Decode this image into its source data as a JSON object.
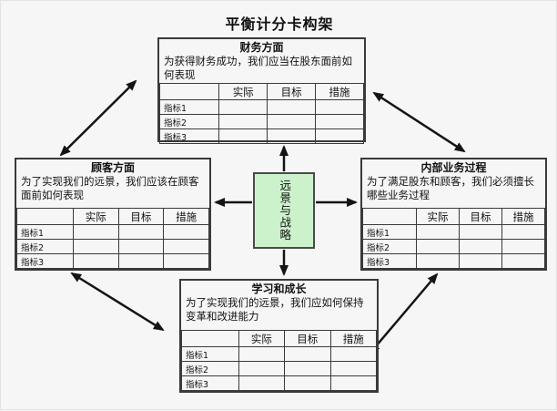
{
  "page": {
    "title": "平衡计分卡构架"
  },
  "center_box": {
    "label": "远景与战略"
  },
  "scorecard_table": {
    "headers": [
      "实际",
      "目标",
      "措施"
    ],
    "row_labels": [
      "指标1",
      "指标2",
      "指标3"
    ]
  },
  "panels": {
    "finance": {
      "title": "财务方面",
      "description": "为获得财务成功，我们应当在股东面前如何表现"
    },
    "customer": {
      "title": "顾客方面",
      "description": "为了实现我们的远景，我们应该在顾客面前如何表现"
    },
    "internal": {
      "title": "内部业务过程",
      "description": "为了满足股东和顾客，我们必须擅长哪些业务过程"
    },
    "learning": {
      "title": "学习和成长",
      "description": "为了实现我们的远景，我们应如何保持变革和改进能力"
    }
  },
  "colors": {
    "background": "#f6f6f6",
    "center_box_bg": "#ccf2cc",
    "panel_border": "#3a3a3a",
    "arrow": "#141414"
  }
}
